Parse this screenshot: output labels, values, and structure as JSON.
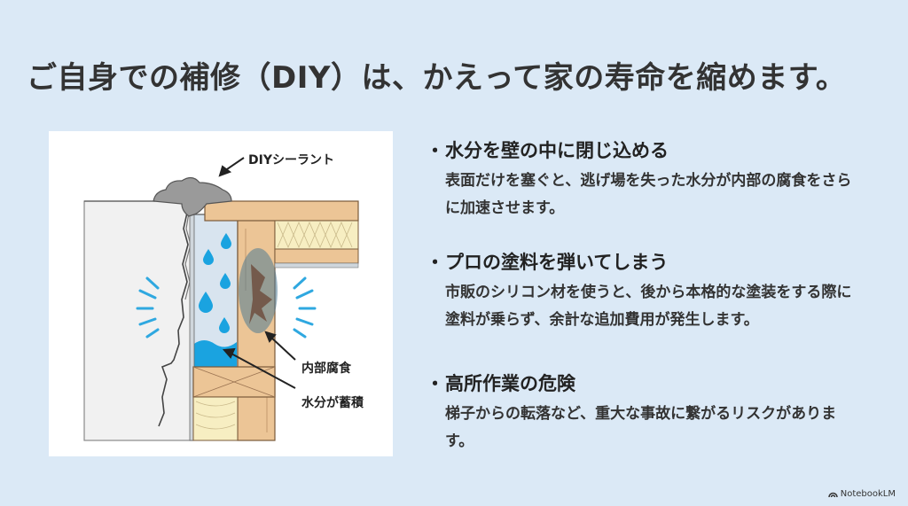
{
  "slide": {
    "title": "ご自身での補修（DIY）は、かえって家の寿命を縮めます。",
    "background_color": "#dbe9f6"
  },
  "figure": {
    "labels": {
      "sealant": "DIYシーラント",
      "corrosion": "内部腐食",
      "moisture": "水分が蓄積"
    },
    "colors": {
      "wall": "#f1f1f1",
      "wood": "#ecc596",
      "insulation": "#f7eec2",
      "water": "#1aa3e0",
      "cavity": "#d8e4ef",
      "sealant": "#9a9a9a",
      "warning_lines": "#2fa8e0"
    }
  },
  "bullets": [
    {
      "heading": "水分を壁の中に閉じ込める",
      "body": "表面だけを塞ぐと、逃げ場を失った水分が内部の腐食をさらに加速させます。"
    },
    {
      "heading": "プロの塗料を弾いてしまう",
      "body": "市販のシリコン材を使うと、後から本格的な塗装をする際に塗料が乗らず、余計な追加費用が発生します。"
    },
    {
      "heading": "高所作業の危険",
      "body": "梯子からの転落など、重大な事故に繋がるリスクがあります。"
    }
  ],
  "bullet_marker": "・",
  "branding": {
    "label": "NotebookLM"
  }
}
